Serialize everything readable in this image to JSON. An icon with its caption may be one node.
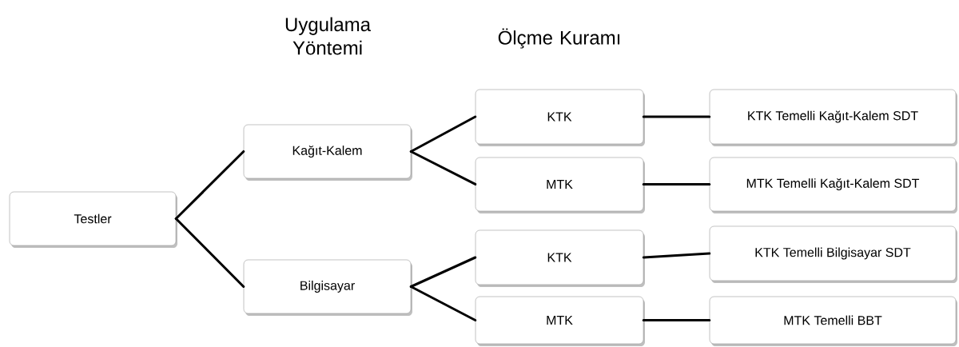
{
  "diagram": {
    "nodes": [
      {
        "text": [
          "Testler"
        ]
      },
      {
        "text": [
          "Kağıt-Kalem"
        ]
      },
      {
        "text": [
          "Bilgisayar"
        ]
      },
      {
        "text": [
          "KTK"
        ]
      },
      {
        "text": [
          "MTK"
        ]
      },
      {
        "text": [
          "KTK"
        ]
      },
      {
        "text": [
          "MTK"
        ]
      },
      {
        "text": [
          "KTK Temelli Kağıt-Kalem SDT"
        ]
      },
      {
        "text": [
          "MTK Temelli Kağıt-Kalem SDT"
        ]
      },
      {
        "text": [
          "KTK Temelli Bilgisayar SDT"
        ]
      },
      {
        "text": [
          "MTK Temelli BBT"
        ]
      }
    ],
    "edges": [
      {
        "from": 0,
        "to": 1,
        "arrow": "none"
      },
      {
        "from": 0,
        "to": 2,
        "arrow": "none"
      },
      {
        "from": 1,
        "to": 3,
        "arrow": "none"
      },
      {
        "from": 1,
        "to": 4,
        "arrow": "none"
      },
      {
        "from": 2,
        "to": 5,
        "arrow": "none"
      },
      {
        "from": 2,
        "to": 6,
        "arrow": "none"
      },
      {
        "from": 3,
        "to": 7,
        "arrow": "none"
      },
      {
        "from": 4,
        "to": 8,
        "arrow": "none"
      },
      {
        "from": 5,
        "to": 9,
        "arrow": "none"
      },
      {
        "from": 6,
        "to": 10,
        "arrow": "none"
      }
    ],
    "labels": [
      "Uygulama Yöntemi",
      "Ölçme Kuramı"
    ]
  }
}
